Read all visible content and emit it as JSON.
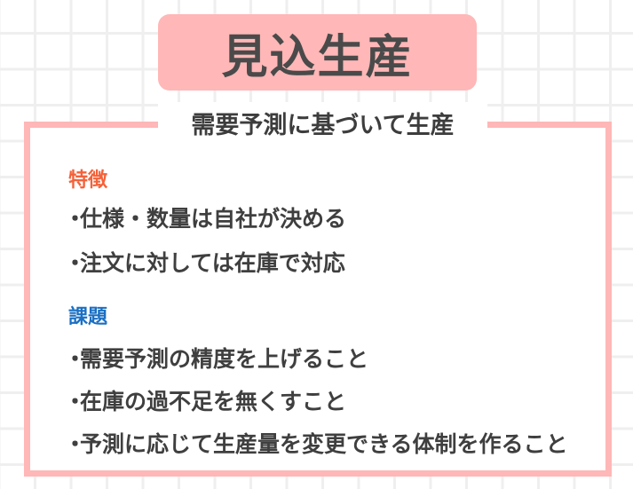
{
  "title": "見込生産",
  "subtitle": "需要予測に基づいて生産",
  "colors": {
    "title_box": "#ffb7b7",
    "frame_border": "#ffb7b7",
    "features_heading": "#f4623a",
    "issues_heading": "#1a6fc4",
    "body_text": "#3f3f3f"
  },
  "features": {
    "heading": "特徴",
    "items": [
      {
        "bullet": "・",
        "text": "仕様・数量は自社が決める"
      },
      {
        "bullet": "・",
        "text": "注文に対しては在庫で対応"
      }
    ]
  },
  "issues": {
    "heading": "課題",
    "items": [
      {
        "bullet": "・",
        "text": "需要予測の精度を上げること"
      },
      {
        "bullet": "・",
        "text": "在庫の過不足を無くすこと"
      },
      {
        "bullet": "・",
        "text": "予測に応じて生産量を変更できる体制を作ること"
      }
    ]
  }
}
